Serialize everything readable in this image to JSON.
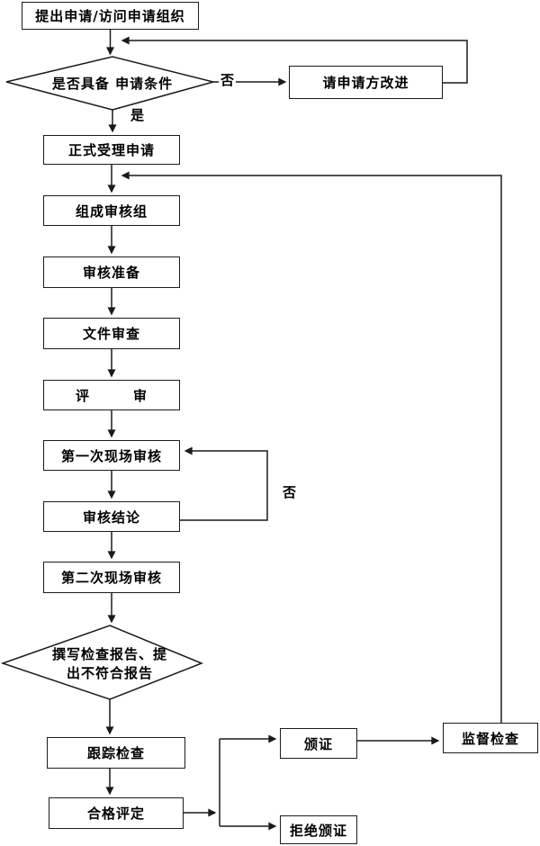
{
  "diagram": {
    "nodes": {
      "start": "提出申请/访问申请组织",
      "check_condition": "是否具备 申请条件",
      "improve": "请申请方改进",
      "accept": "正式受理申请",
      "form_team": "组成审核组",
      "audit_prepare": "审核准备",
      "doc_review": "文件审查",
      "review": "评　　　审",
      "first_onsite": "第一次现场审核",
      "audit_conclusion": "审核结论",
      "second_onsite": "第二次现场审核",
      "write_report_line1": "撰写检查报告、提",
      "write_report_line2": "出不符合报告",
      "follow_up": "跟踪检查",
      "conformity": "合格评定",
      "issue_cert": "颁证",
      "refuse_cert": "拒绝颁证",
      "supervision": "监督检查"
    },
    "labels": {
      "yes": "是",
      "no_condition": "否",
      "no_conclusion": "否"
    },
    "colors": {
      "line": "#1a1a1a",
      "box_fill": "#ffffff",
      "text": "#000000"
    }
  }
}
